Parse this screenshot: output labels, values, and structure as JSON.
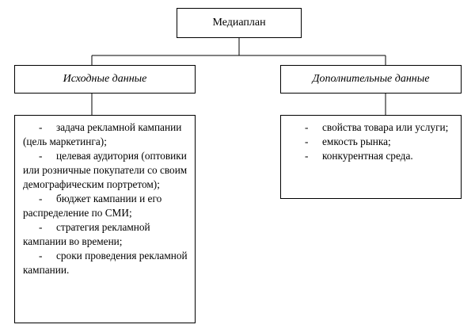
{
  "diagram": {
    "root": "Медиаплан",
    "categories": [
      {
        "label": "Исходные данные",
        "items": [
          "задача рекламной кампании (цель маркетинга);",
          "целевая аудитория (оптовики или розничные покупатели со своим демографическим портретом);",
          "бюджет кампании и его распределение по СМИ;",
          "стратегия рекламной кампании во времени;",
          "сроки проведения рекламной кампании."
        ]
      },
      {
        "label": "Дополнительные данные",
        "items": [
          "свойства товара или услуги;",
          "емкость рынка;",
          "конкурентная среда."
        ]
      }
    ],
    "bullet": "-"
  }
}
